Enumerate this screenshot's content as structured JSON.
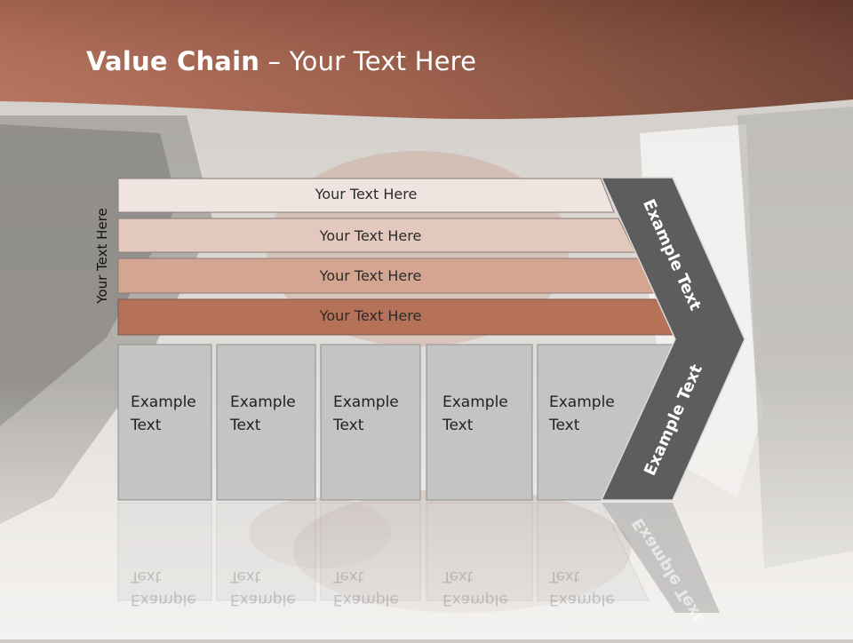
{
  "slide": {
    "title_bold": "Value Chain",
    "title_rest": " – Your Text Here",
    "side_label": "Your Text Here"
  },
  "bars": [
    {
      "label": "Your Text Here",
      "color": "#f0e4e0"
    },
    {
      "label": "Your Text Here",
      "color": "#e3c8bd"
    },
    {
      "label": "Your Text Here",
      "color": "#d4a692"
    },
    {
      "label": "Your Text Here",
      "color": "#b67159"
    }
  ],
  "columns": [
    {
      "line1": "Example",
      "line2": "Text"
    },
    {
      "line1": "Example",
      "line2": "Text"
    },
    {
      "line1": "Example",
      "line2": "Text"
    },
    {
      "line1": "Example",
      "line2": "Text"
    },
    {
      "line1": "Example",
      "line2": "Text"
    }
  ],
  "chevron": {
    "upper_label": "Example Text",
    "lower_label": "Example Text",
    "color": "#5d5d5d"
  },
  "colors": {
    "header": "#9a5a45",
    "column_fill": "#c4c4c4"
  }
}
